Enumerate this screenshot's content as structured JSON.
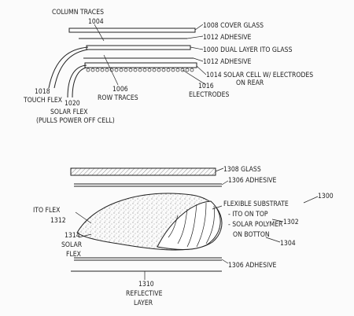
{
  "figure_top": {
    "labels": {
      "column_traces": "COLUMN TRACES",
      "ref_1004": "1004",
      "cover_glass": "1008 COVER GLASS",
      "adhesive_top": "1012 ADHESIVE",
      "dual_layer_ito": "1000 DUAL LAYER ITO GLASS",
      "adhesive_mid": "1012 ADHESIVE",
      "solar_cell_line1": "1014 SOLAR CELL W/ ELECTRODES",
      "solar_cell_line2": "ON REAR",
      "ref_1016": "1016",
      "electrodes": "ELECTRODES",
      "ref_1006": "1006",
      "row_traces": "ROW TRACES",
      "ref_1018": "1018",
      "touch_flex": "TOUCH FLEX",
      "ref_1020": "1020",
      "solar_flex": "SOLAR FLEX",
      "solar_flex_note": "(PULLS POWER OFF CELL)"
    }
  },
  "figure_bottom": {
    "labels": {
      "glass": "1308 GLASS",
      "adhesive_top": "1306 ADHESIVE",
      "flexible_substrate": "FLEXIBLE SUBSTRATE",
      "ref_1300": "1300",
      "ito_on_top": "- ITO ON TOP",
      "ref_1302": "1302",
      "solar_polymer": "- SOLAR POLYMER",
      "on_bottom": "ON BOTTON",
      "ref_1304": "1304",
      "ito_flex": "ITO FLEX",
      "ref_1312": "1312",
      "ref_1314": "1314",
      "solar": "SOLAR",
      "flex": "FLEX",
      "adhesive_bottom": "1306 ADHESIVE",
      "ref_1310": "1310",
      "reflective": "REFLECTIVE",
      "layer": "LAYER"
    }
  }
}
